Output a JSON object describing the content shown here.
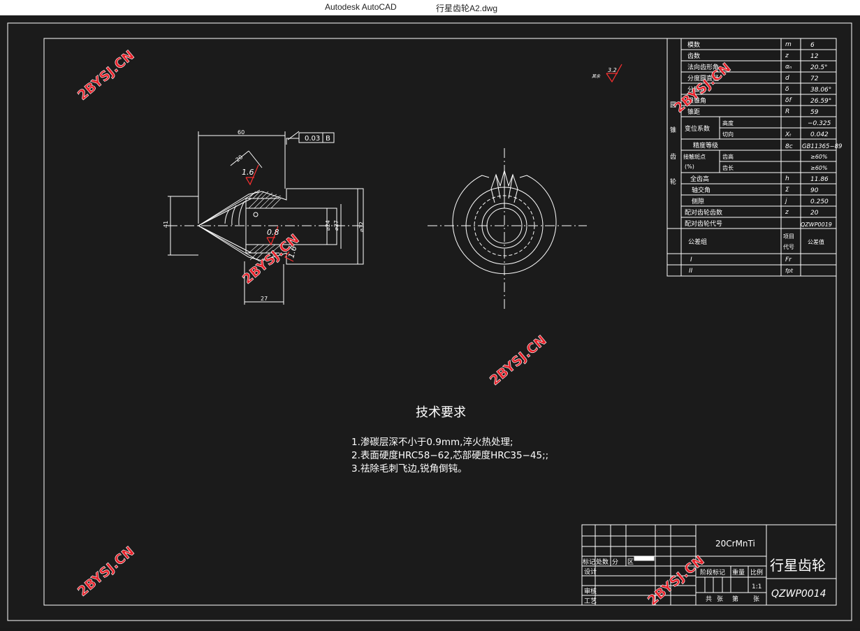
{
  "window": {
    "app_name": "Autodesk AutoCAD",
    "file_name": "行星齿轮A2.dwg"
  },
  "colors": {
    "background": "#1b1b1b",
    "line": "#ffffff",
    "watermark": "#e8222b",
    "symbol_red": "#ff3030"
  },
  "drawing": {
    "dims": {
      "d60": "60",
      "d20": "20",
      "d41": "41",
      "d27": "27",
      "d24": "⌀24",
      "d27b": "⌀27",
      "d32": "⌀32"
    },
    "tolerance": {
      "value": "0.03",
      "datum": "B"
    },
    "roughness": {
      "r1": "1.6",
      "r2": "0.8",
      "r3": "1.6",
      "r4": "3.2",
      "other_label": "其余"
    }
  },
  "param_table": {
    "side_labels": [
      "圆",
      "锥",
      "齿",
      "轮"
    ],
    "rows": [
      {
        "label": "模数",
        "sym": "m",
        "val": "6"
      },
      {
        "label": "齿数",
        "sym": "z",
        "val": "12"
      },
      {
        "label": "法向齿形角",
        "sym": "αₙ",
        "val": "20.5°"
      },
      {
        "label": "分度圆直径",
        "sym": "d",
        "val": "72"
      },
      {
        "label": "分锥角",
        "sym": "δ",
        "val": "38.06°"
      },
      {
        "label": "根锥角",
        "sym": "δf",
        "val": "26.59°"
      },
      {
        "label": "锥距",
        "sym": "R",
        "val": "59"
      },
      {
        "label": "变位系数",
        "sub": "高度",
        "sym": "",
        "val": "−0.325"
      },
      {
        "label": "",
        "sub": "切向",
        "sym": "Xₜ",
        "val": "0.042"
      },
      {
        "label": "精度等级",
        "sym": "8c",
        "val": "GB11365−89"
      },
      {
        "label": "接触斑点",
        "sub": "齿高",
        "sym": "",
        "val": "≥60%"
      },
      {
        "label": "(%)",
        "sub": "齿长",
        "sym": "",
        "val": "≥60%"
      },
      {
        "label": "全齿高",
        "sym": "h",
        "val": "11.86"
      },
      {
        "label": "轴交角",
        "sym": "Σ",
        "val": "90"
      },
      {
        "label": "侧隙",
        "sym": "j",
        "val": "0.250"
      },
      {
        "label": "配对齿轮齿数",
        "sym": "z",
        "val": "20"
      },
      {
        "label": "配对齿轮代号",
        "sym": "",
        "val": "QZWP0019"
      }
    ],
    "tolerance_group": {
      "label": "公差组",
      "col_item": "项目",
      "col_code": "代号",
      "col_value": "公差值"
    },
    "group_rows": [
      {
        "label": "I",
        "sym": "Fr"
      },
      {
        "label": "II",
        "sym": "fpt"
      }
    ]
  },
  "tech_req": {
    "title": "技术要求",
    "items": [
      "1.渗碳层深不小于0.9mm,淬火热处理;",
      "2.表面硬度HRC58−62,芯部硬度HRC35−45;;",
      "3.祛除毛刺飞边,锐角倒钝。"
    ]
  },
  "title_block": {
    "material": "20CrMnTi",
    "part_name": "行星齿轮",
    "drawing_no": "QZWP0014",
    "labels": {
      "mark": "标记",
      "count": "处数",
      "zone": "分",
      "zone2": "区",
      "design": "设计",
      "review": "审核",
      "process": "工艺",
      "stage": "阶段标记",
      "weight": "重量",
      "scale": "比例",
      "scale_val": "1:1",
      "total": "共",
      "sheets": "张",
      "num": "第",
      "sheet2": "张"
    }
  },
  "watermark": "2BYSJ.CN"
}
